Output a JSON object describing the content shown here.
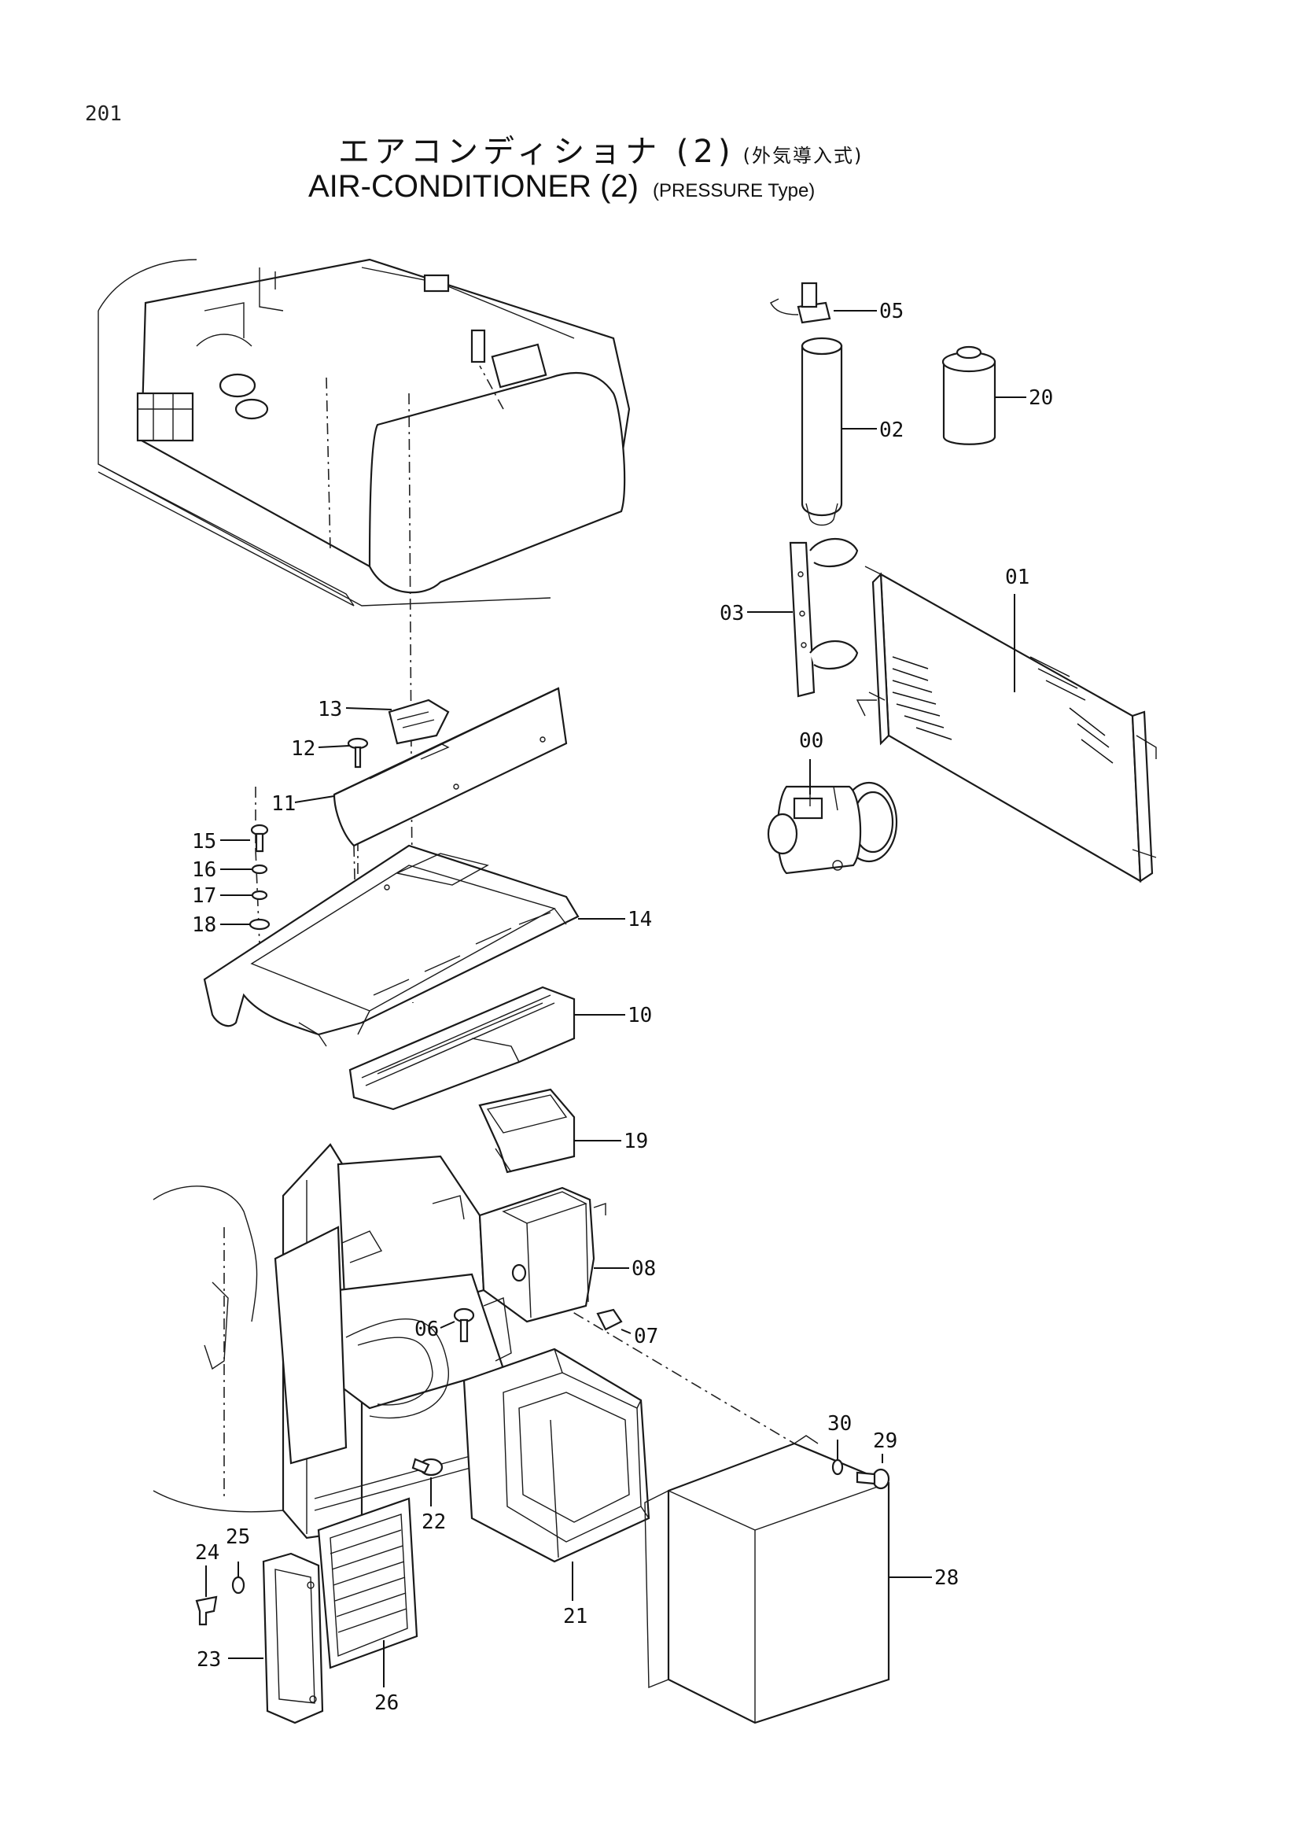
{
  "page_number": "201",
  "title_jp": "エアコンディショナ (2)",
  "subtitle_jp": "(外気導入式)",
  "title_en": "AIR-CONDITIONER (2)",
  "subtitle_en": "(PRESSURE Type)",
  "callouts": {
    "c00": "00",
    "c01": "01",
    "c02": "02",
    "c03": "03",
    "c05": "05",
    "c06": "06",
    "c07": "07",
    "c08": "08",
    "c10": "10",
    "c11": "11",
    "c12": "12",
    "c13": "13",
    "c14": "14",
    "c15": "15",
    "c16": "16",
    "c17": "17",
    "c18": "18",
    "c19": "19",
    "c20": "20",
    "c21": "21",
    "c22": "22",
    "c23": "23",
    "c24": "24",
    "c25": "25",
    "c26": "26",
    "c28": "28",
    "c29": "29",
    "c30": "30"
  }
}
